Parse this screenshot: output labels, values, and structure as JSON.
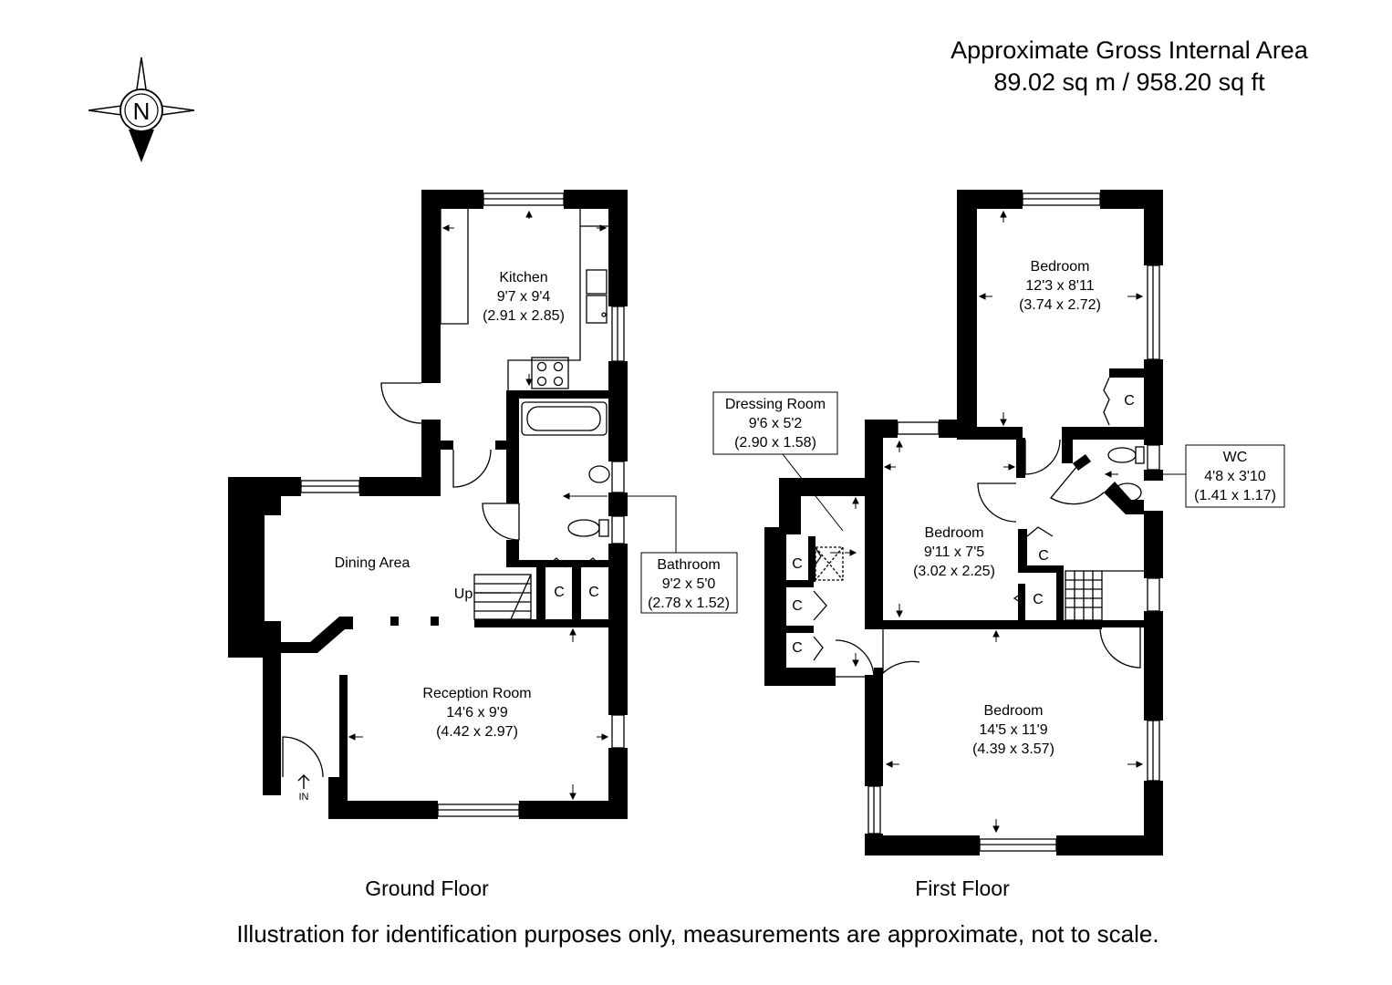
{
  "header": {
    "area_title": "Approximate Gross Internal Area",
    "area_value": "89.02 sq m / 958.20 sq ft"
  },
  "compass": {
    "letter": "N",
    "icon": "north-compass-icon"
  },
  "ground_floor": {
    "label": "Ground Floor",
    "kitchen": {
      "name": "Kitchen",
      "imperial": "9'7 x 9'4",
      "metric": "(2.91 x 2.85)"
    },
    "bathroom": {
      "name": "Bathroom",
      "imperial": "9'2 x 5'0",
      "metric": "(2.78 x 1.52)"
    },
    "dining": {
      "name": "Dining Area"
    },
    "reception": {
      "name": "Reception Room",
      "imperial": "14'6 x 9'9",
      "metric": "(4.42 x 2.97)"
    },
    "stairs_label": "Up",
    "entrance_label": "IN",
    "cupboard_label": "C"
  },
  "first_floor": {
    "label": "First Floor",
    "bedroom1": {
      "name": "Bedroom",
      "imperial": "12'3 x 8'11",
      "metric": "(3.74 x 2.72)"
    },
    "bedroom2": {
      "name": "Bedroom",
      "imperial": "9'11 x 7'5",
      "metric": "(3.02 x 2.25)"
    },
    "bedroom3": {
      "name": "Bedroom",
      "imperial": "14'5 x 11'9",
      "metric": "(4.39 x 3.57)"
    },
    "dressing": {
      "name": "Dressing Room",
      "imperial": "9'6 x 5'2",
      "metric": "(2.90 x 1.58)"
    },
    "wc": {
      "name": "WC",
      "imperial": "4'8 x 3'10",
      "metric": "(1.41 x 1.17)"
    },
    "cupboard_label": "C"
  },
  "footer": {
    "disclaimer": "Illustration for identification purposes only, measurements are approximate, not to scale."
  }
}
